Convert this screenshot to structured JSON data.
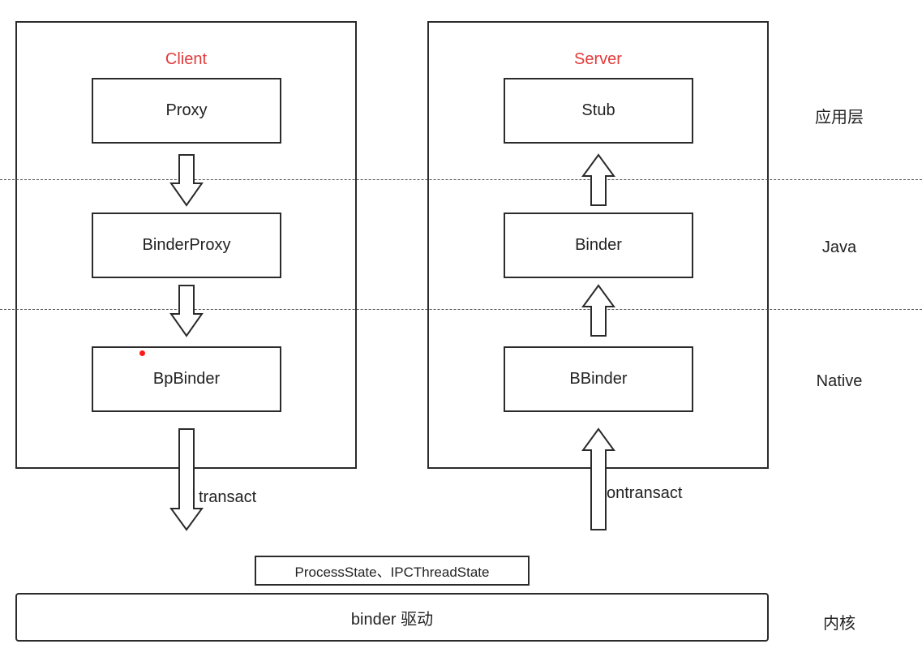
{
  "client": {
    "title": "Client",
    "nodes": [
      "Proxy",
      "BinderProxy",
      "BpBinder"
    ],
    "call_label": "transact"
  },
  "server": {
    "title": "Server",
    "nodes": [
      "Stub",
      "Binder",
      "BBinder"
    ],
    "call_label": "ontransact"
  },
  "layers": {
    "app": "应用层",
    "java": "Java",
    "native": "Native",
    "kernel": "内核"
  },
  "state_box": "ProcessState、IPCThreadState",
  "driver": "binder 驱动",
  "colors": {
    "title": "#e03b3b",
    "border": "#2b2b2b",
    "dot": "#ff1a1a"
  },
  "icons": {
    "down_arrow": "hollow-down-arrow",
    "up_arrow": "hollow-up-arrow",
    "marker": "red-dot"
  }
}
